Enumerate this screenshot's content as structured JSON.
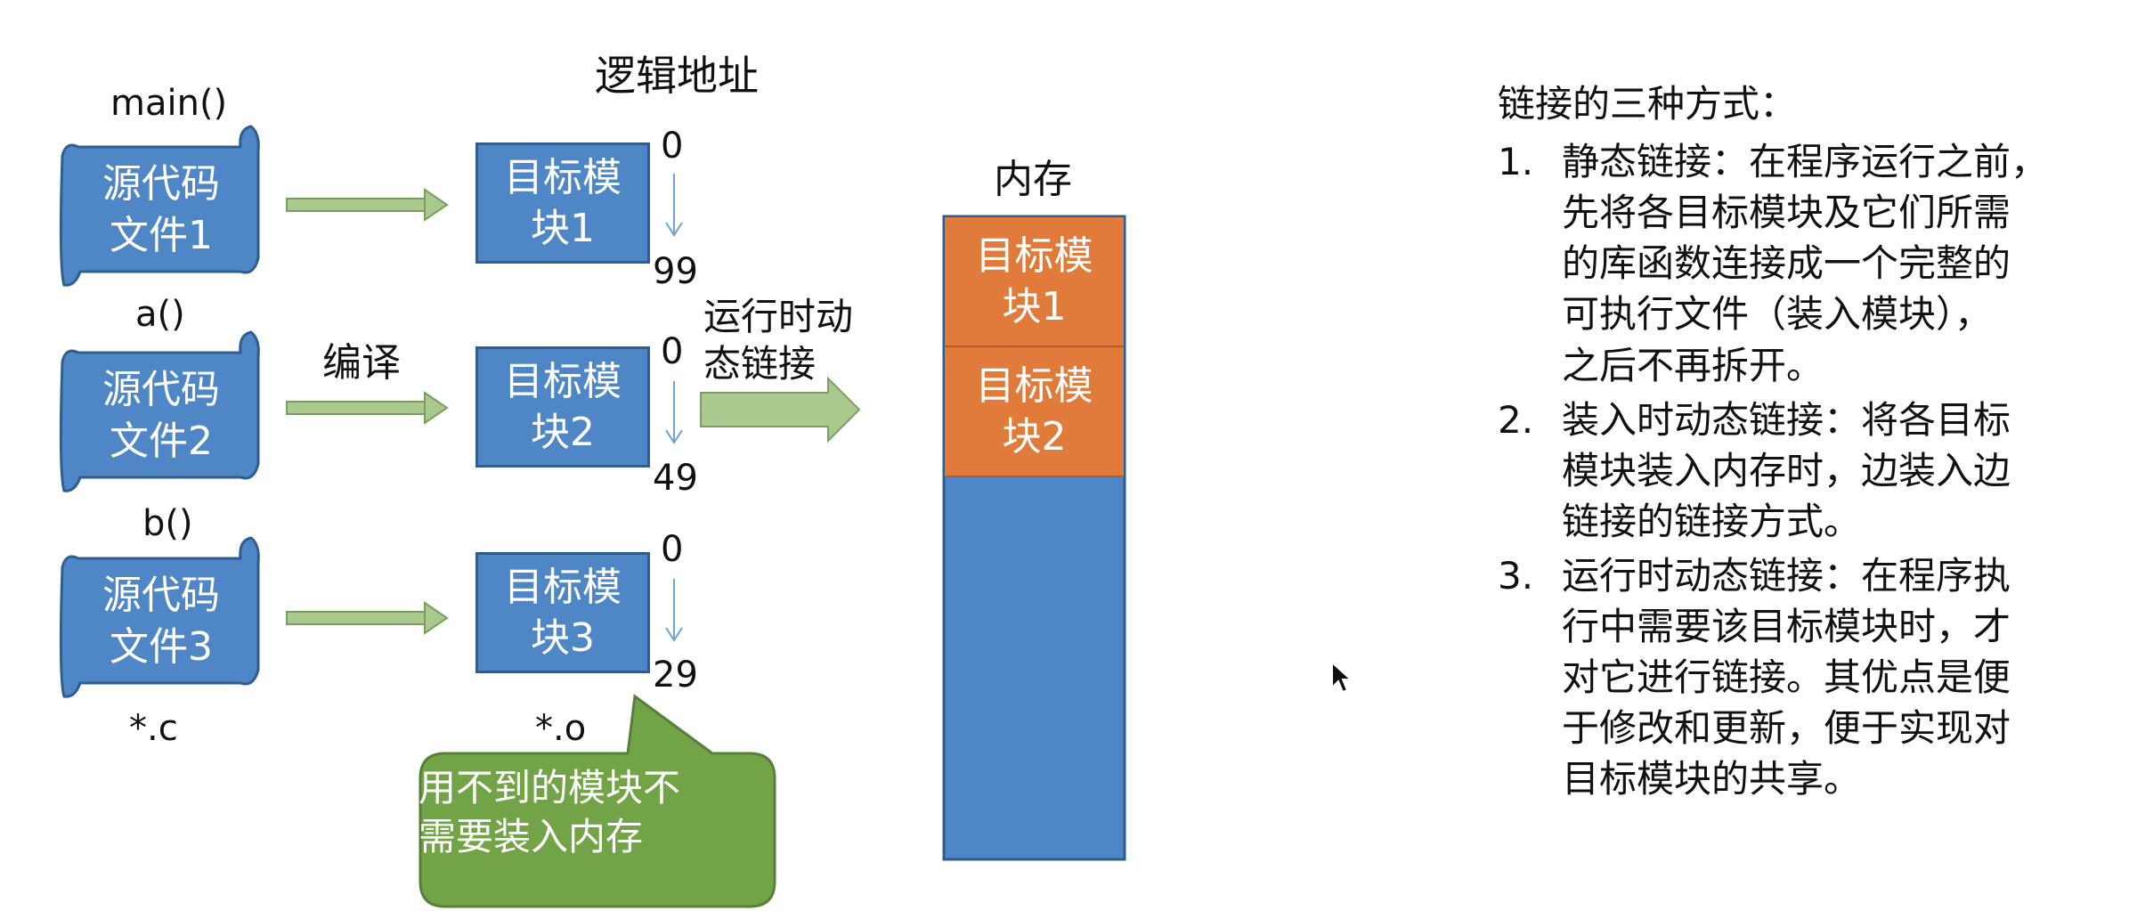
{
  "source_column": {
    "functions": [
      "main()",
      "a()",
      "b()"
    ],
    "files": [
      {
        "line1": "源代码",
        "line2": "文件1"
      },
      {
        "line1": "源代码",
        "line2": "文件2"
      },
      {
        "line1": "源代码",
        "line2": "文件3"
      }
    ],
    "ext": "*.c"
  },
  "compile_label": "编译",
  "logical_address_title": "逻辑地址",
  "modules": [
    {
      "line1": "目标模",
      "line2": "块1",
      "addr_start": "0",
      "addr_end": "99"
    },
    {
      "line1": "目标模",
      "line2": "块2",
      "addr_start": "0",
      "addr_end": "49"
    },
    {
      "line1": "目标模",
      "line2": "块3",
      "addr_start": "0",
      "addr_end": "29"
    }
  ],
  "module_ext": "*.o",
  "runtime_link_label": {
    "line1": "运行时动",
    "line2": "态链接"
  },
  "memory": {
    "title": "内存",
    "blocks": [
      {
        "line1": "目标模",
        "line2": "块1"
      },
      {
        "line1": "目标模",
        "line2": "块2"
      }
    ]
  },
  "callout": {
    "line1": "用不到的模块不",
    "line2": "需要装入内存"
  },
  "methods": {
    "heading": "链接的三种方式：",
    "items": [
      {
        "num": "1.",
        "lines": [
          "静态链接：在程序运行之前，",
          "先将各目标模块及它们所需",
          "的库函数连接成一个完整的",
          "可执行文件（装入模块），",
          "之后不再拆开。"
        ]
      },
      {
        "num": "2.",
        "lines": [
          "装入时动态链接：将各目标",
          "模块装入内存时，边装入边",
          "链接的链接方式。"
        ]
      },
      {
        "num": "3.",
        "lines": [
          "运行时动态链接：在程序执",
          "行中需要该目标模块时，才",
          "对它进行链接。其优点是便",
          "于修改和更新，便于实现对",
          "目标模块的共享。"
        ]
      }
    ]
  },
  "colors": {
    "source_blue": "#4f86c6",
    "arrow_green": "#a9c98f",
    "memory_orange": "#e07b3c",
    "callout_green": "#72a447"
  }
}
